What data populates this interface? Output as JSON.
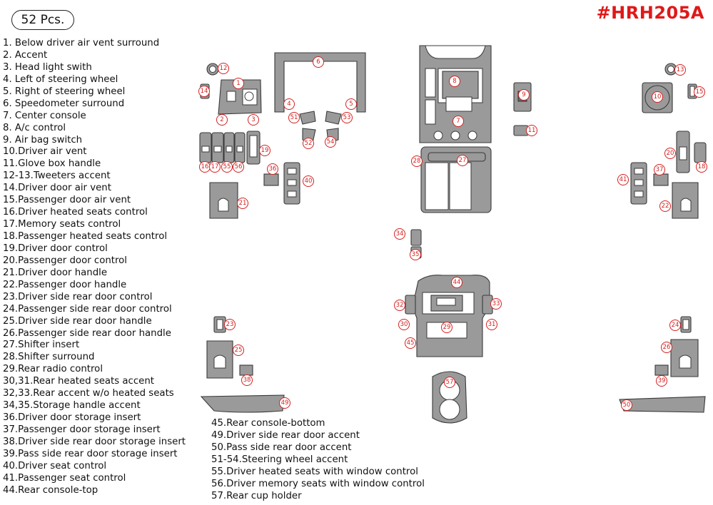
{
  "header": {
    "pieces": "52 Pcs.",
    "code": "#HRH205A"
  },
  "parts_col1": [
    "1.  Below driver air vent surround",
    "2.  Accent",
    "3.  Head light swith",
    "4.  Left of steering wheel",
    "5.  Right of steering wheel",
    "6.  Speedometer surround",
    "7.  Center console",
    "8.  A/c control",
    "9.  Air bag switch",
    "10.Driver air vent",
    "11.Glove box handle",
    "12-13.Tweeters accent",
    "14.Driver door air vent",
    "15.Passenger door air vent",
    "16.Driver heated seats control",
    "17.Memory seats control",
    "18.Passenger heated seats control",
    "19.Driver door control",
    "20.Passenger door control",
    "21.Driver door handle",
    "22.Passenger door handle",
    "23.Driver side rear door control",
    "24.Passenger side rear door control",
    "25.Driver side rear door handle",
    "26.Passenger side rear door handle",
    "27.Shifter insert",
    "28.Shifter surround",
    "29.Rear radio control",
    "30,31.Rear heated seats accent",
    "32,33.Rear accent w/o heated seats",
    "34,35.Storage handle accent",
    "36.Driver door storage insert",
    "37.Passenger door storage insert",
    "38.Driver side rear door storage insert",
    "39.Pass side rear door storage insert",
    "40.Driver seat control",
    "41.Passenger seat control",
    "44.Rear console-top"
  ],
  "parts_col2": [
    "45.Rear console-bottom",
    "49.Driver side rear door accent",
    "50.Pass side rear door accent",
    "51-54.Steering wheel accent",
    "55.Driver heated seats with window control",
    "56.Driver memory seats with window control",
    "57.Rear cup holder"
  ],
  "callouts": [
    "1",
    "2",
    "3",
    "4",
    "5",
    "6",
    "7",
    "8",
    "9",
    "10",
    "11",
    "12",
    "13",
    "14",
    "15",
    "16",
    "17",
    "18",
    "19",
    "20",
    "21",
    "22",
    "23",
    "24",
    "25",
    "26",
    "27",
    "28",
    "29",
    "30",
    "31",
    "32",
    "33",
    "34",
    "35",
    "36",
    "37",
    "38",
    "39",
    "40",
    "41",
    "44",
    "45",
    "49",
    "50",
    "51",
    "52",
    "53",
    "54",
    "55",
    "56",
    "57"
  ],
  "colors": {
    "code": "#e01818",
    "callout": "#d62020",
    "part_fill": "#9a9a9a"
  }
}
